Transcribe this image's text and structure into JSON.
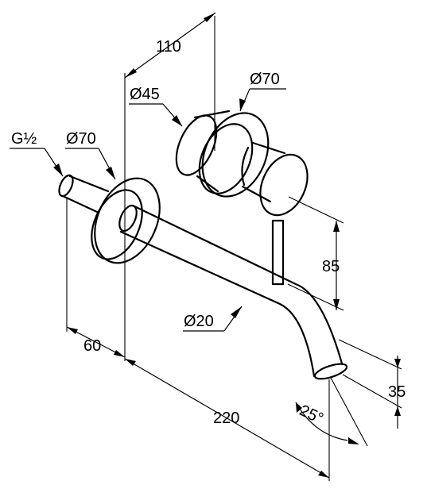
{
  "dimensions": {
    "projection_depth": "110",
    "handle_rosette_diameter": "Ø70",
    "handle_body_diameter": "Ø45",
    "inlet_thread": "G½",
    "spout_rosette_diameter": "Ø70",
    "handle_height": "85",
    "spout_diameter": "Ø20",
    "inlet_offset": "60",
    "spout_reach": "220",
    "spout_drop": "35",
    "spout_angle": "25°"
  }
}
